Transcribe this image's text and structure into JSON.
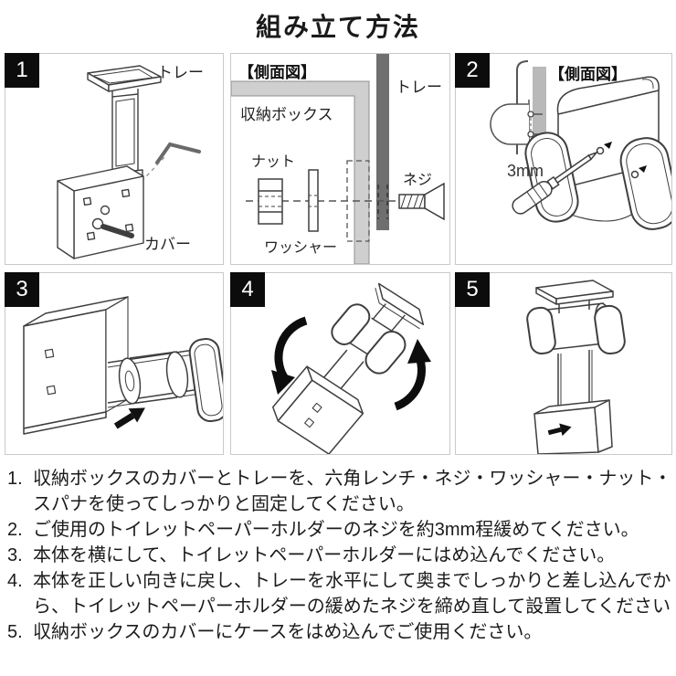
{
  "title": "組み立て方法",
  "panels": {
    "step1": {
      "number": "1",
      "label_tray": "トレー",
      "label_cover": "カバー"
    },
    "side_view": {
      "heading": "【側面図】",
      "label_box": "収納ボックス",
      "label_nut": "ナット",
      "label_washer": "ワッシャー",
      "label_tray": "トレー",
      "label_screw": "ネジ"
    },
    "step2": {
      "number": "2",
      "heading": "【側面図】",
      "label_gap": "3mm"
    },
    "step3": {
      "number": "3"
    },
    "step4": {
      "number": "4"
    },
    "step5": {
      "number": "5"
    }
  },
  "instructions": [
    {
      "num": "1.",
      "text": "収納ボックスのカバーとトレーを、六角レンチ・ネジ・ワッシャー・ナット・スパナを使ってしっかりと固定してください。"
    },
    {
      "num": "2.",
      "text": "ご使用のトイレットペーパーホルダーのネジを約3mm程緩めてください。"
    },
    {
      "num": "3.",
      "text": "本体を横にして、トイレットペーパーホルダーにはめ込んでください。"
    },
    {
      "num": "4.",
      "text": "本体を正しい向きに戻し、トレーを水平にして奥までしっかりと差し込んでから、トイレットペーパーホルダーの緩めたネジを締め直して設置してください"
    },
    {
      "num": "5.",
      "text": "収納ボックスのカバーにケースをはめ込んでご使用ください。"
    }
  ],
  "colors": {
    "step_badge": "#0c0c0c",
    "line_art": "#3f3f3f",
    "wall_light_gray": "#cfcfcf",
    "tray_dark_gray": "#6f6f6f",
    "panel_border": "#c9c9c9"
  }
}
